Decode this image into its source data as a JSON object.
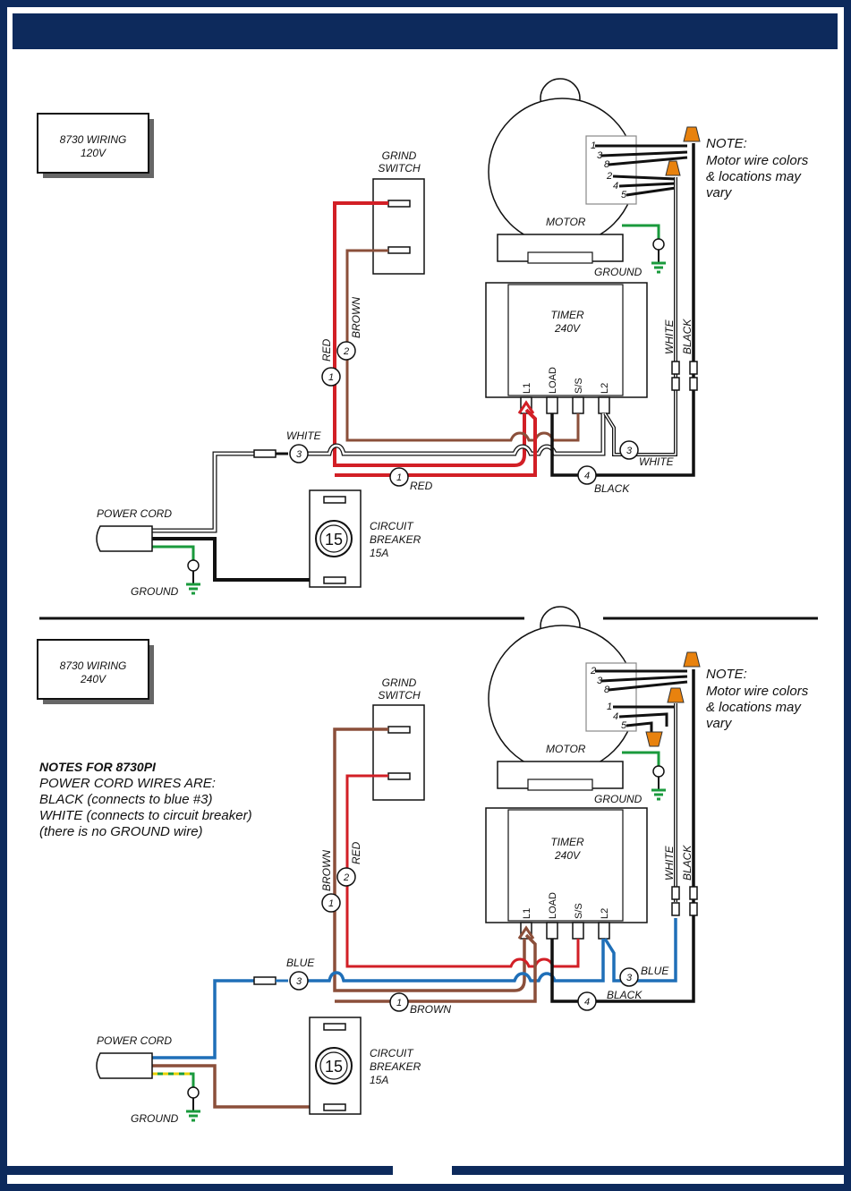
{
  "colors": {
    "frame": "#0d2a5c",
    "red": "#d21f26",
    "brown": "#8b4f3a",
    "black": "#111111",
    "white_wire": "#ffffff",
    "blue": "#1f6fb8",
    "green": "#1a9a3c",
    "orange": "#e8820e",
    "yellow": "#e8d200",
    "gray": "#888888"
  },
  "top": {
    "title_line1": "8730 WIRING",
    "title_line2": "120V",
    "grind_switch_line1": "GRIND",
    "grind_switch_line2": "SWITCH",
    "motor": "MOTOR",
    "ground_motor": "GROUND",
    "motor_terms": [
      "1",
      "3",
      "8",
      "2",
      "4",
      "5"
    ],
    "note_title": "NOTE:",
    "note_line1": "Motor wire colors",
    "note_line2": "& locations may",
    "note_line3": "vary",
    "timer_line1": "TIMER",
    "timer_line2": "240V",
    "timer_terms": [
      "L1",
      "LOAD",
      "S/S",
      "L2"
    ],
    "wire_red": "RED",
    "wire_brown": "BROWN",
    "wire_white": "WHITE",
    "wire_black": "BLACK",
    "wire_white_bottom": "WHITE",
    "wire_red_bottom": "RED",
    "wire_black_bottom": "BLACK",
    "wire_white_vert": "WHITE",
    "wire_black_vert": "BLACK",
    "n1": "1",
    "n2": "2",
    "n3": "3",
    "n3b": "3",
    "n1b": "1",
    "n4": "4",
    "power_cord": "POWER CORD",
    "ground_cord": "GROUND",
    "breaker_line1": "CIRCUIT",
    "breaker_line2": "BREAKER",
    "breaker_line3": "15A",
    "breaker_amp": "15"
  },
  "bottom": {
    "title_line1": "8730 WIRING",
    "title_line2": "240V",
    "grind_switch_line1": "GRIND",
    "grind_switch_line2": "SWITCH",
    "motor": "MOTOR",
    "ground_motor": "GROUND",
    "motor_terms": [
      "2",
      "3",
      "8",
      "1",
      "4",
      "5"
    ],
    "note_title": "NOTE:",
    "note_line1": "Motor wire colors",
    "note_line2": "& locations may",
    "note_line3": "vary",
    "notes_title": "NOTES FOR 8730PI",
    "notes_line1": "POWER CORD WIRES ARE:",
    "notes_line2": "BLACK (connects to blue #3)",
    "notes_line3": "WHITE (connects to circuit breaker)",
    "notes_line4": "(there is no GROUND wire)",
    "timer_line1": "TIMER",
    "timer_line2": "240V",
    "timer_terms": [
      "L1",
      "LOAD",
      "S/S",
      "L2"
    ],
    "wire_brown": "BROWN",
    "wire_red": "RED",
    "wire_blue": "BLUE",
    "wire_blue_right": "BLUE",
    "wire_black_bottom": "BLACK",
    "wire_brown_bottom": "BROWN",
    "wire_white_vert": "WHITE",
    "wire_black_vert": "BLACK",
    "n1": "1",
    "n2": "2",
    "n3": "3",
    "n3b": "3",
    "n1b": "1",
    "n4": "4",
    "power_cord": "POWER CORD",
    "ground_cord": "GROUND",
    "breaker_line1": "CIRCUIT",
    "breaker_line2": "BREAKER",
    "breaker_line3": "15A",
    "breaker_amp": "15"
  }
}
